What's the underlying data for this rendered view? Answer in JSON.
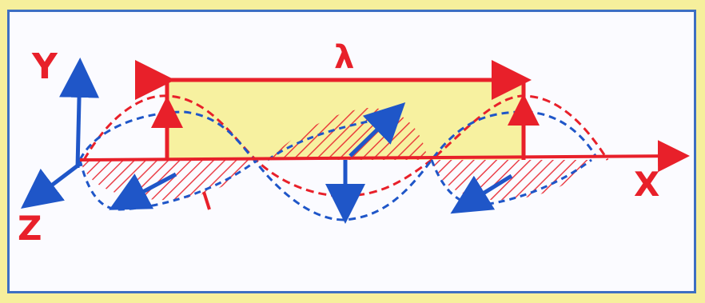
{
  "figure": {
    "label_y": "Y",
    "label_x": "X",
    "label_z": "Z",
    "label_lambda": "λ"
  },
  "colors": {
    "background": "#f6ef9c",
    "panel": "#fbfbff",
    "border": "#3d6fc3",
    "electric": "#e8202a",
    "magnetic": "#1f56c8",
    "highlight": "#f7f1a0"
  }
}
